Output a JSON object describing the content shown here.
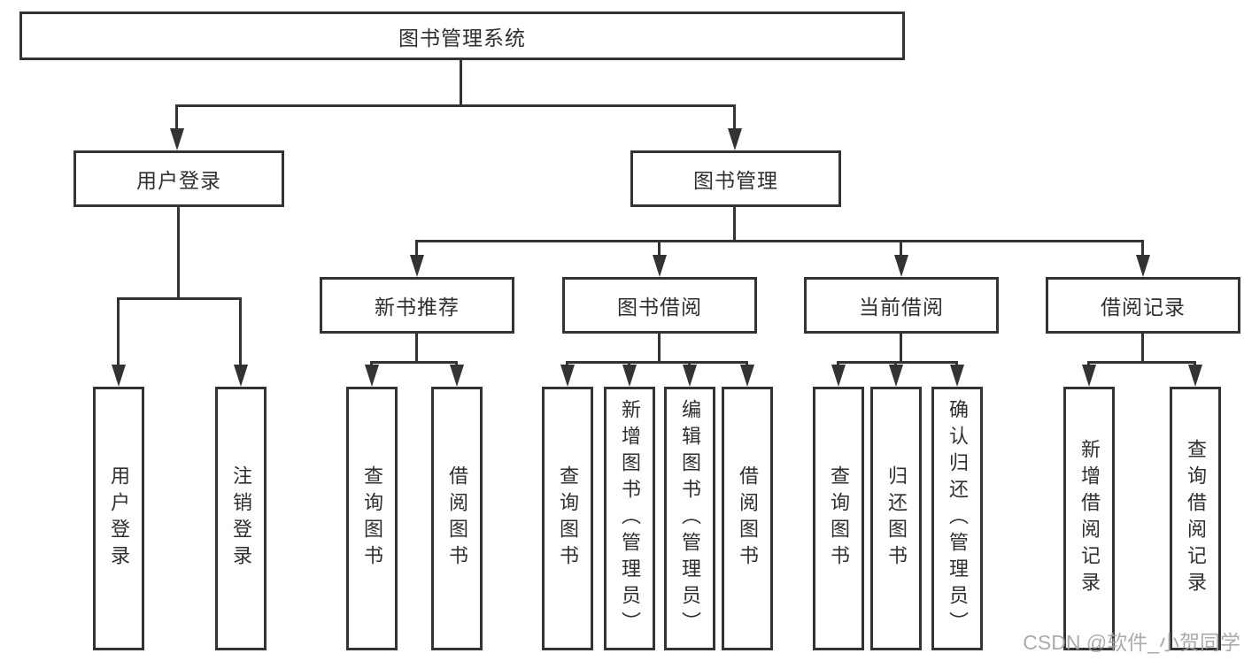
{
  "diagram": {
    "root": {
      "label": "图书管理系统"
    },
    "branches": [
      {
        "label": "用户登录",
        "children": [
          {
            "label": "用户登录"
          },
          {
            "label": "注销登录"
          }
        ]
      },
      {
        "label": "图书管理",
        "children": [
          {
            "label": "新书推荐",
            "children": [
              {
                "label": "查询图书"
              },
              {
                "label": "借阅图书"
              }
            ]
          },
          {
            "label": "图书借阅",
            "children": [
              {
                "label": "查询图书"
              },
              {
                "label": "新增图书（管理员）"
              },
              {
                "label": "编辑图书（管理员）"
              },
              {
                "label": "借阅图书"
              }
            ]
          },
          {
            "label": "当前借阅",
            "children": [
              {
                "label": "查询图书"
              },
              {
                "label": "归还图书"
              },
              {
                "label": "确认归还（管理员）"
              }
            ]
          },
          {
            "label": "借阅记录",
            "children": [
              {
                "label": "新增借阅记录"
              },
              {
                "label": "查询借阅记录"
              }
            ]
          }
        ]
      }
    ]
  },
  "watermark": {
    "text": "CSDN @软件_小贺同学"
  },
  "colors": {
    "line": "#333333",
    "box_border": "#333333",
    "box_fill": "#ffffff",
    "background": "#ffffff",
    "watermark": "#a3a3a3"
  }
}
